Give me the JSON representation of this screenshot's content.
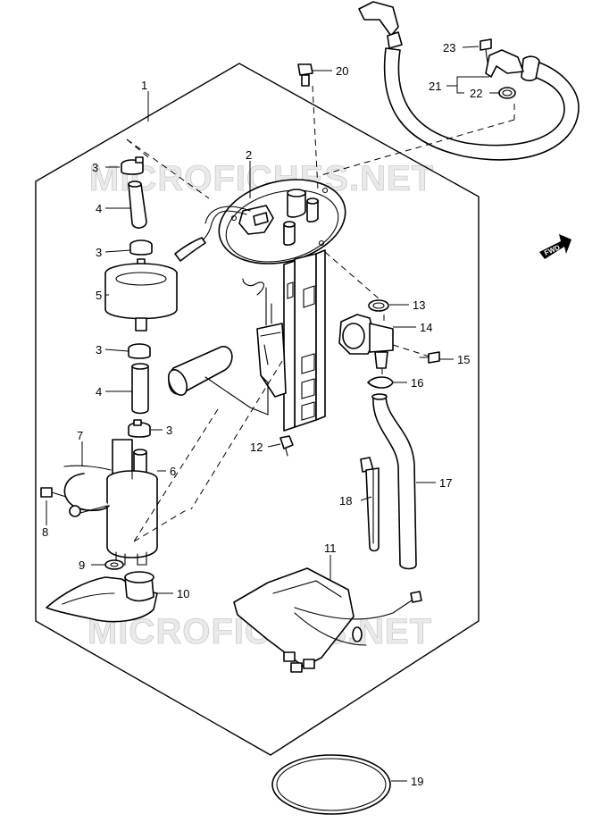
{
  "watermark": {
    "top": "MICROFICHES.NET",
    "bottom": "MICROFICHES.NET"
  },
  "direction_marker": "FWD",
  "callouts": [
    {
      "id": "1",
      "label": "1"
    },
    {
      "id": "2",
      "label": "2"
    },
    {
      "id": "3a",
      "label": "3"
    },
    {
      "id": "3b",
      "label": "3"
    },
    {
      "id": "3c",
      "label": "3"
    },
    {
      "id": "3d",
      "label": "3"
    },
    {
      "id": "4a",
      "label": "4"
    },
    {
      "id": "4b",
      "label": "4"
    },
    {
      "id": "5",
      "label": "5"
    },
    {
      "id": "6",
      "label": "6"
    },
    {
      "id": "7",
      "label": "7"
    },
    {
      "id": "8",
      "label": "8"
    },
    {
      "id": "9",
      "label": "9"
    },
    {
      "id": "10",
      "label": "10"
    },
    {
      "id": "11",
      "label": "11"
    },
    {
      "id": "12",
      "label": "12"
    },
    {
      "id": "13",
      "label": "13"
    },
    {
      "id": "14",
      "label": "14"
    },
    {
      "id": "15",
      "label": "15"
    },
    {
      "id": "16",
      "label": "16"
    },
    {
      "id": "17",
      "label": "17"
    },
    {
      "id": "18",
      "label": "18"
    },
    {
      "id": "19",
      "label": "19"
    },
    {
      "id": "20",
      "label": "20"
    },
    {
      "id": "21",
      "label": "21"
    },
    {
      "id": "22",
      "label": "22"
    },
    {
      "id": "23",
      "label": "23"
    }
  ]
}
